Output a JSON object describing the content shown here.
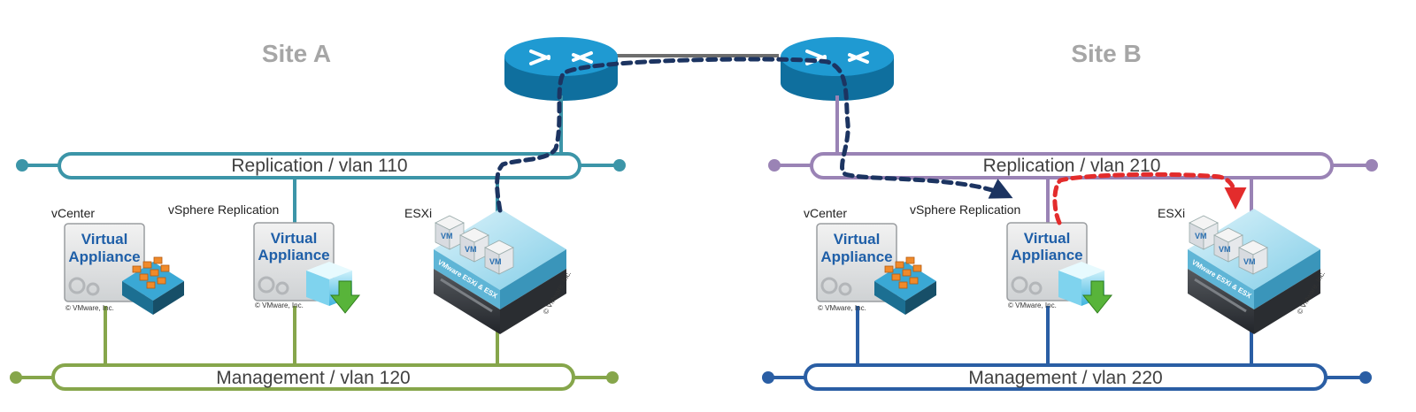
{
  "colors": {
    "teal": "#3c95a8",
    "green": "#86a64b",
    "purple": "#9a83b5",
    "navy": "#2a5ea4",
    "flow_dark": "#1c3461",
    "flow_red": "#e32c2c",
    "router": "#1f8fc4"
  },
  "site_a": {
    "title": "Site A",
    "replication_label": "Replication / vlan 110",
    "management_label": "Management / vlan 120",
    "vcenter_label": "vCenter",
    "vsr_label": "vSphere Replication",
    "esxi_label": "ESXi"
  },
  "site_b": {
    "title": "Site B",
    "replication_label": "Replication / vlan 210",
    "management_label": "Management / vlan 220",
    "vcenter_label": "vCenter",
    "vsr_label": "vSphere Replication",
    "esxi_label": "ESXi"
  },
  "appliance": {
    "line1": "Virtual",
    "line2": "Appliance",
    "copyright": "© VMware, Inc."
  },
  "esx": {
    "vm_label": "VM",
    "band_label": "VMware ESXi & ESX",
    "side_copyright": "© VMware, Inc."
  },
  "icons": {
    "router": "router-icon",
    "appliance": "virtual-appliance-icon",
    "server": "esx-server-icon",
    "download": "download-arrow-icon",
    "gear": "gear-icon",
    "chip": "cpu-chip-icon"
  }
}
